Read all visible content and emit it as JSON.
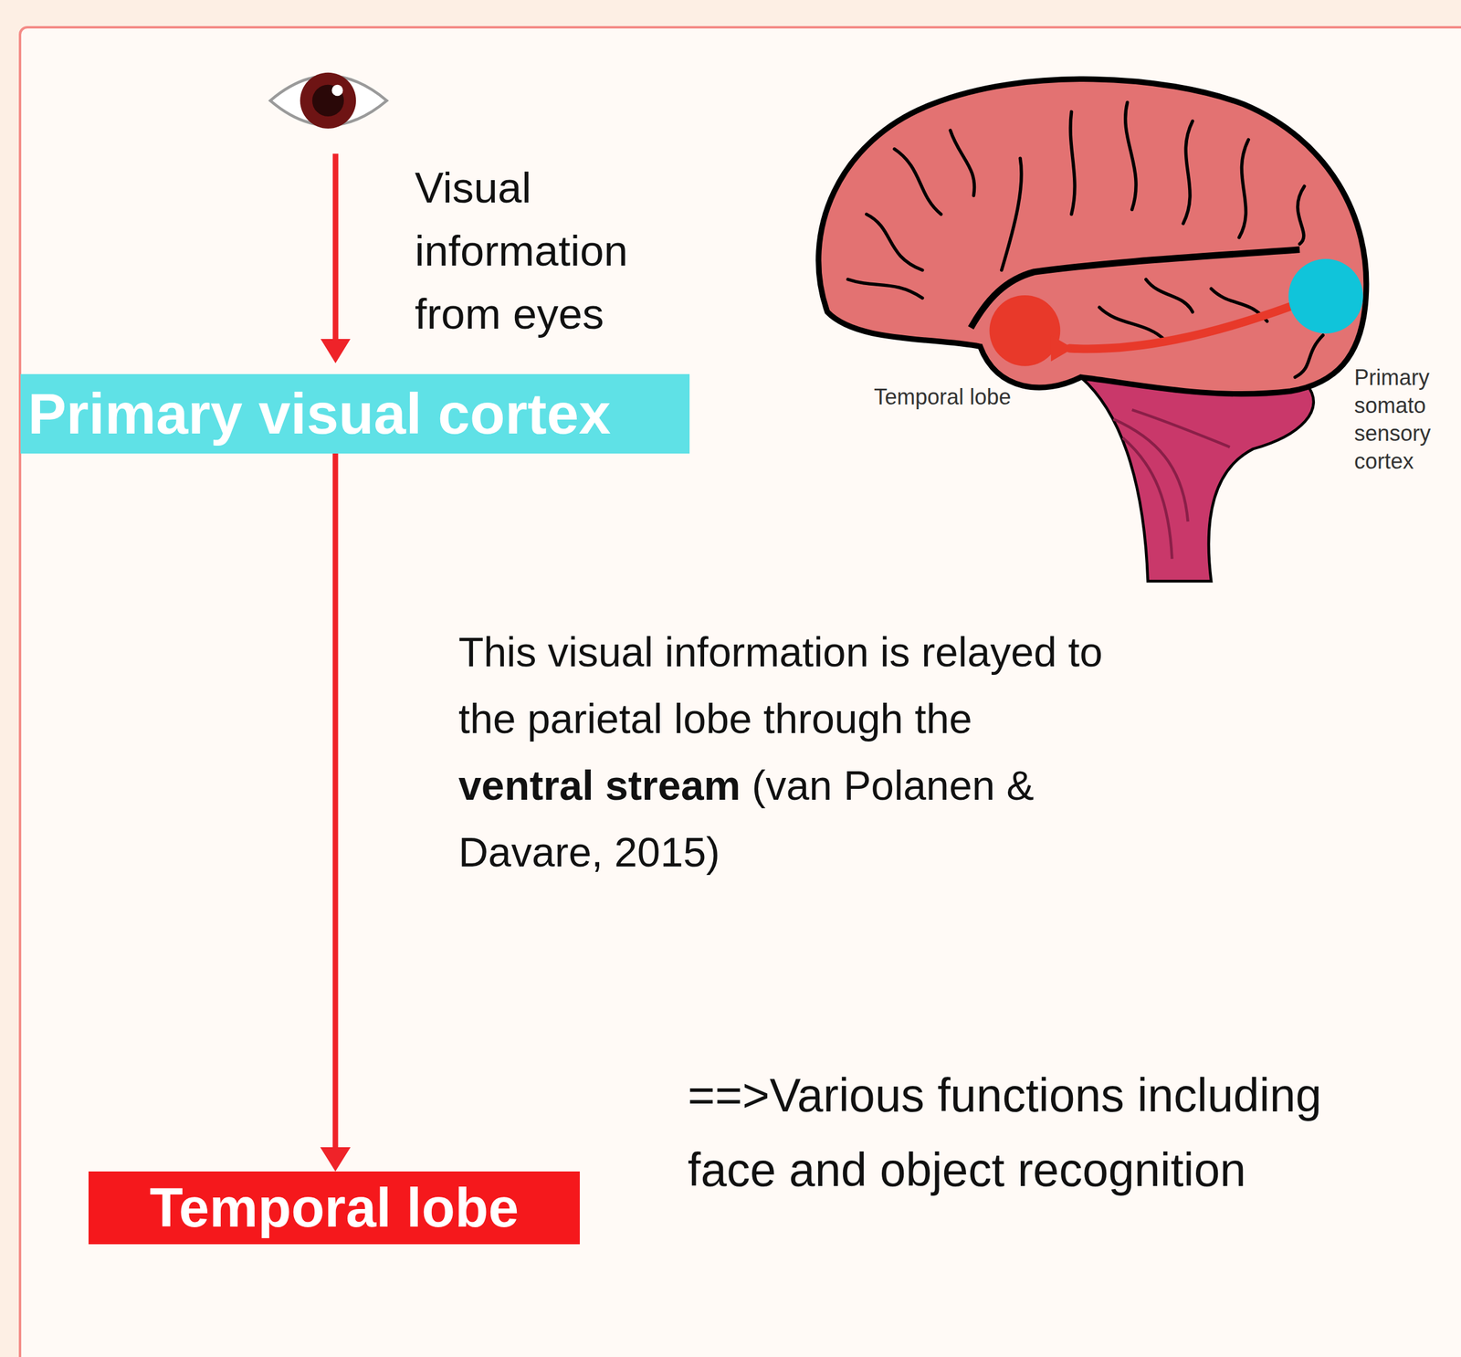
{
  "diagram": {
    "nodes": [
      {
        "text": [
          "Primary visual cortex"
        ]
      },
      {
        "text": [
          "Temporal lobe"
        ]
      }
    ],
    "edges": [
      {
        "from": 0,
        "to": 1,
        "arrow": "to"
      }
    ],
    "labels": [
      "Visual information from eyes",
      "This visual information is relayed to the parietal lobe through the",
      "ventral stream",
      "(van Polanen & Davare, 2015)",
      "==>Various functions including face and object recognition",
      "Temporal lobe",
      "Primary somato sensory cortex"
    ]
  }
}
